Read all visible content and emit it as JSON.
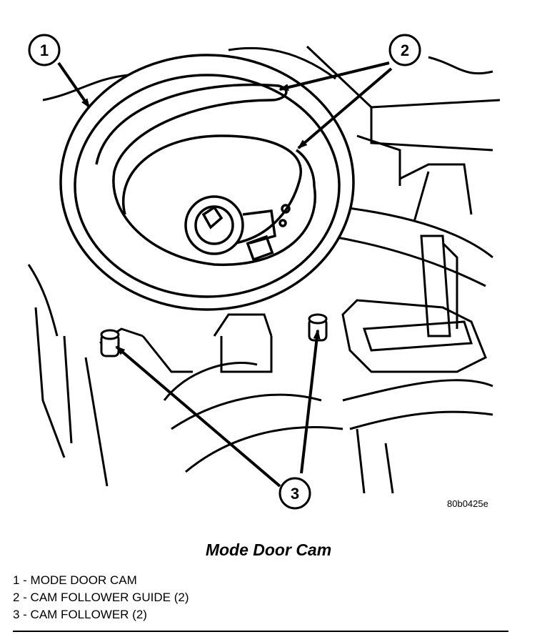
{
  "figure": {
    "code": "80b0425e",
    "callouts": [
      "1",
      "2",
      "3"
    ]
  },
  "caption": "Mode Door Cam",
  "legend": [
    "1 - MODE DOOR CAM",
    "2 - CAM FOLLOWER GUIDE (2)",
    "3 - CAM FOLLOWER (2)"
  ]
}
